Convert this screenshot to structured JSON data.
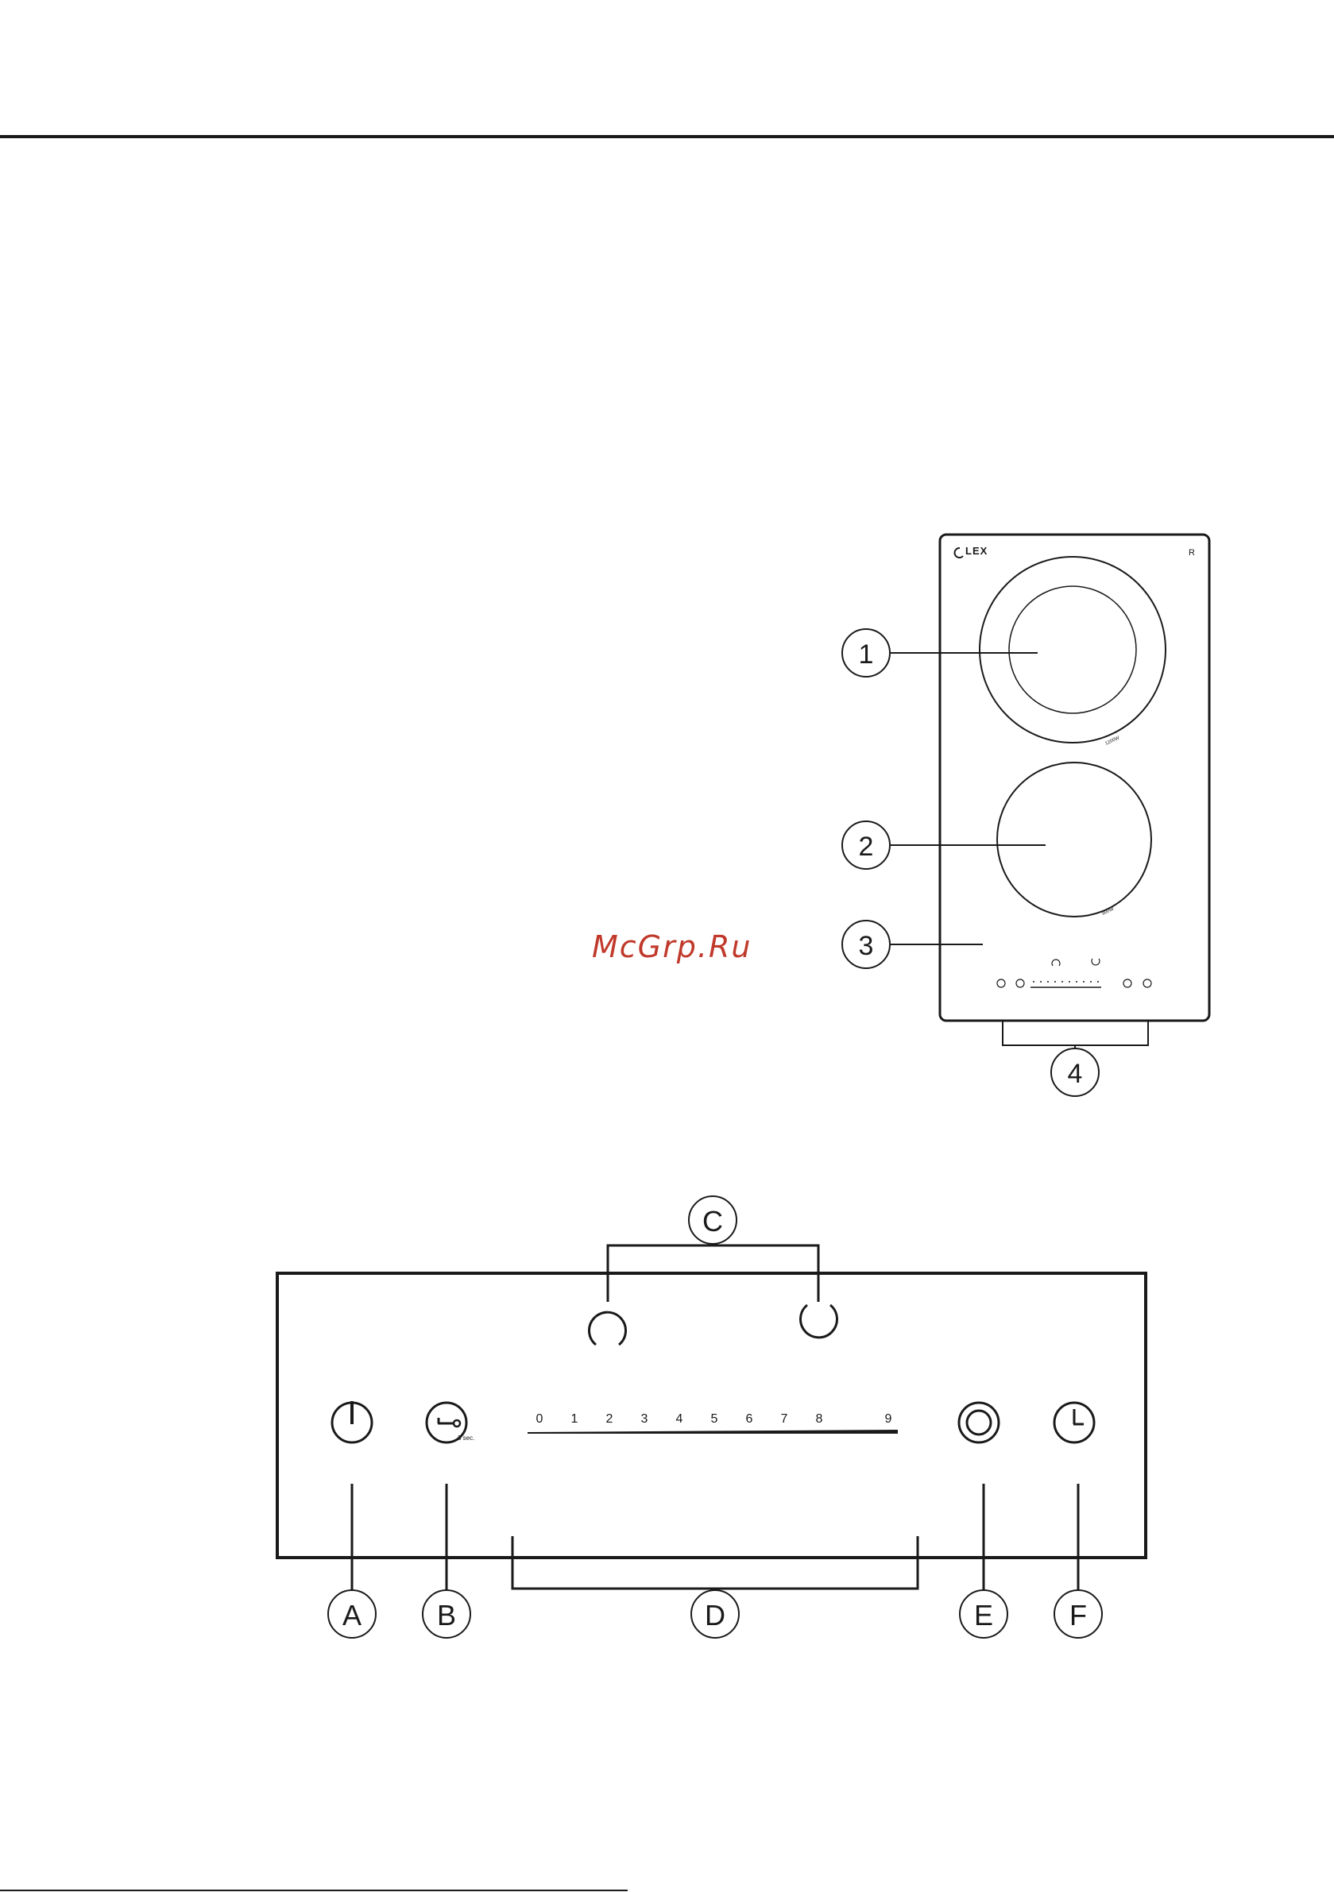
{
  "watermark": "McGrp.Ru",
  "hob": {
    "brand": "LEX",
    "badge": "R",
    "zone_marks": [
      "1200W",
      "800W"
    ],
    "callouts": [
      "1",
      "2",
      "3",
      "4"
    ]
  },
  "panel": {
    "lock_hint": "3 sec.",
    "slider_levels": [
      "0",
      "1",
      "2",
      "3",
      "4",
      "5",
      "6",
      "7",
      "8",
      "9"
    ],
    "callouts": {
      "a": "A",
      "b": "B",
      "c": "C",
      "d": "D",
      "e": "E",
      "f": "F"
    }
  },
  "icons": [
    "power-icon",
    "key-lock-icon",
    "zone-select-icon",
    "double-zone-icon",
    "timer-icon"
  ],
  "colors": {
    "line": "#1a1a1a",
    "watermark": "#c0392b"
  }
}
